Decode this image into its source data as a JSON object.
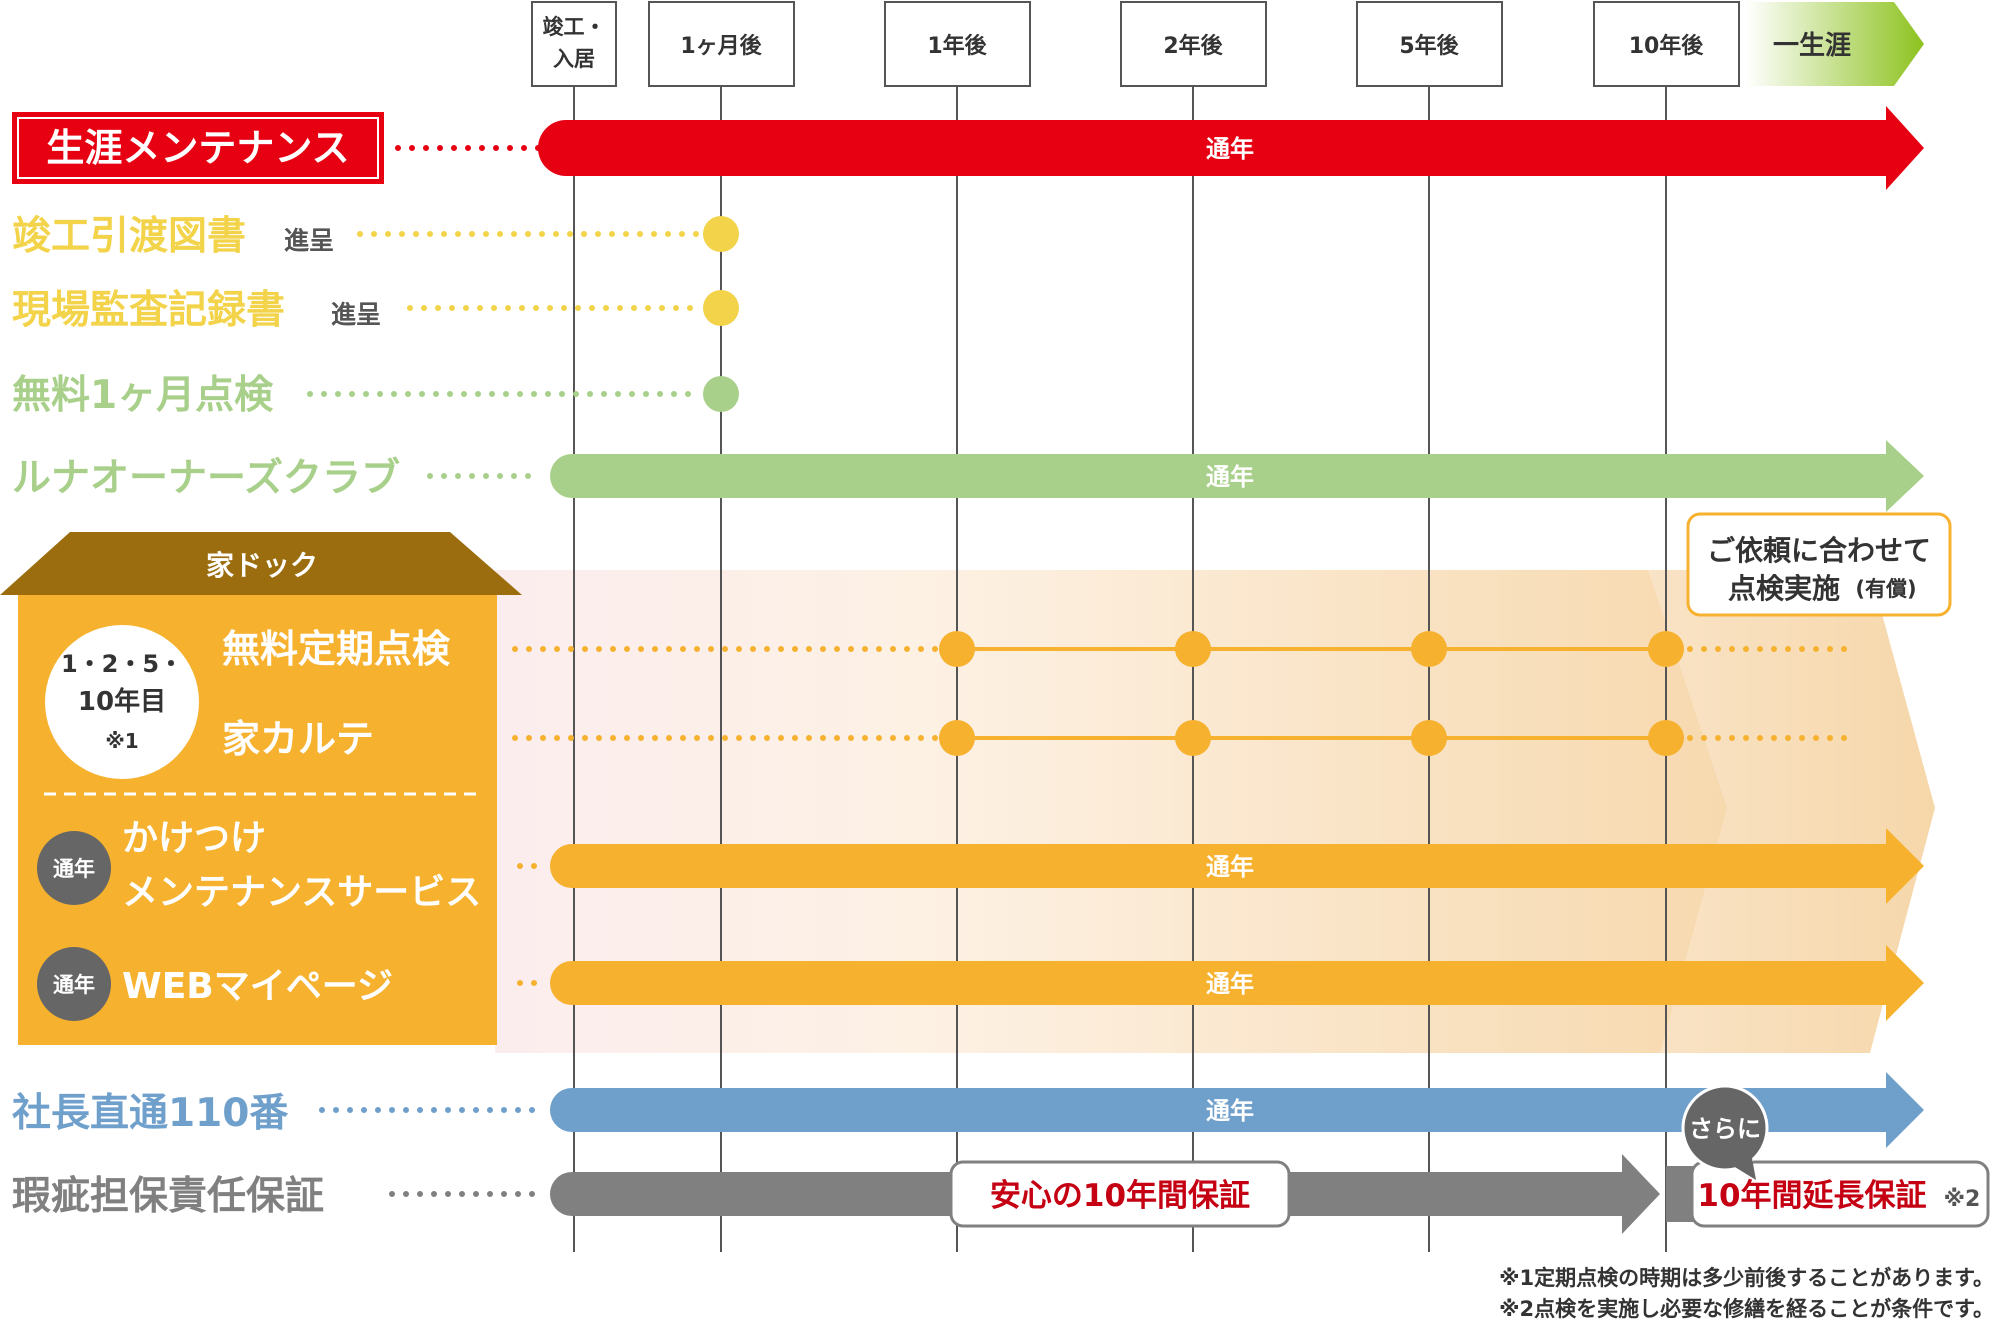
{
  "timeline": {
    "milestones": [
      {
        "line1": "竣工・",
        "line2": "入居"
      },
      {
        "line1": "1ヶ月後",
        "line2": ""
      },
      {
        "line1": "1年後",
        "line2": ""
      },
      {
        "line1": "2年後",
        "line2": ""
      },
      {
        "line1": "5年後",
        "line2": ""
      },
      {
        "line1": "10年後",
        "line2": ""
      }
    ],
    "lifetime_label": "一生涯",
    "year_round": "通年"
  },
  "rows": {
    "lifetime_maintenance": "生涯メンテナンス",
    "drawings": {
      "name": "竣工引渡図書",
      "suffix": "進呈"
    },
    "inspection_record": {
      "name": "現場監査記録書",
      "suffix": "進呈"
    },
    "free_one_month": "無料1ヶ月点検",
    "owners_club": "ルナオーナーズクラブ",
    "president_hotline": "社長直通110番",
    "defect_warranty": "瑕疵担保責任保証"
  },
  "ie_dock": {
    "title": "家ドック",
    "badge": {
      "line1": "1・2・5・",
      "line2": "10年目",
      "line3": "※1"
    },
    "periodic": "無料定期点検",
    "karte": "家カルテ",
    "rush": {
      "line1": "かけつけ",
      "line2": "メンテナンスサービス"
    },
    "web": "WEBマイページ",
    "year_badge": "通年",
    "request_note": {
      "line1": "ご依頼に合わせて",
      "line2": "点検実施",
      "paid": "(有償)"
    }
  },
  "warranty": {
    "ten_year": "安心の10年間保証",
    "further": "さらに",
    "extension": "10年間延長保証",
    "extension_note": "※2"
  },
  "footnotes": [
    "※1定期点検の時期は多少前後することがあります。",
    "※2点検を実施し必要な修繕を経ることが条件です。"
  ],
  "colors": {
    "red": "#E60012",
    "yellow": "#F2D349",
    "light_green": "#A8D08A",
    "orange": "#F6B12F",
    "dock_brown": "#9B6D0F",
    "blue": "#6F9FCB",
    "gray": "#808080",
    "dark_gray": "#666666"
  }
}
